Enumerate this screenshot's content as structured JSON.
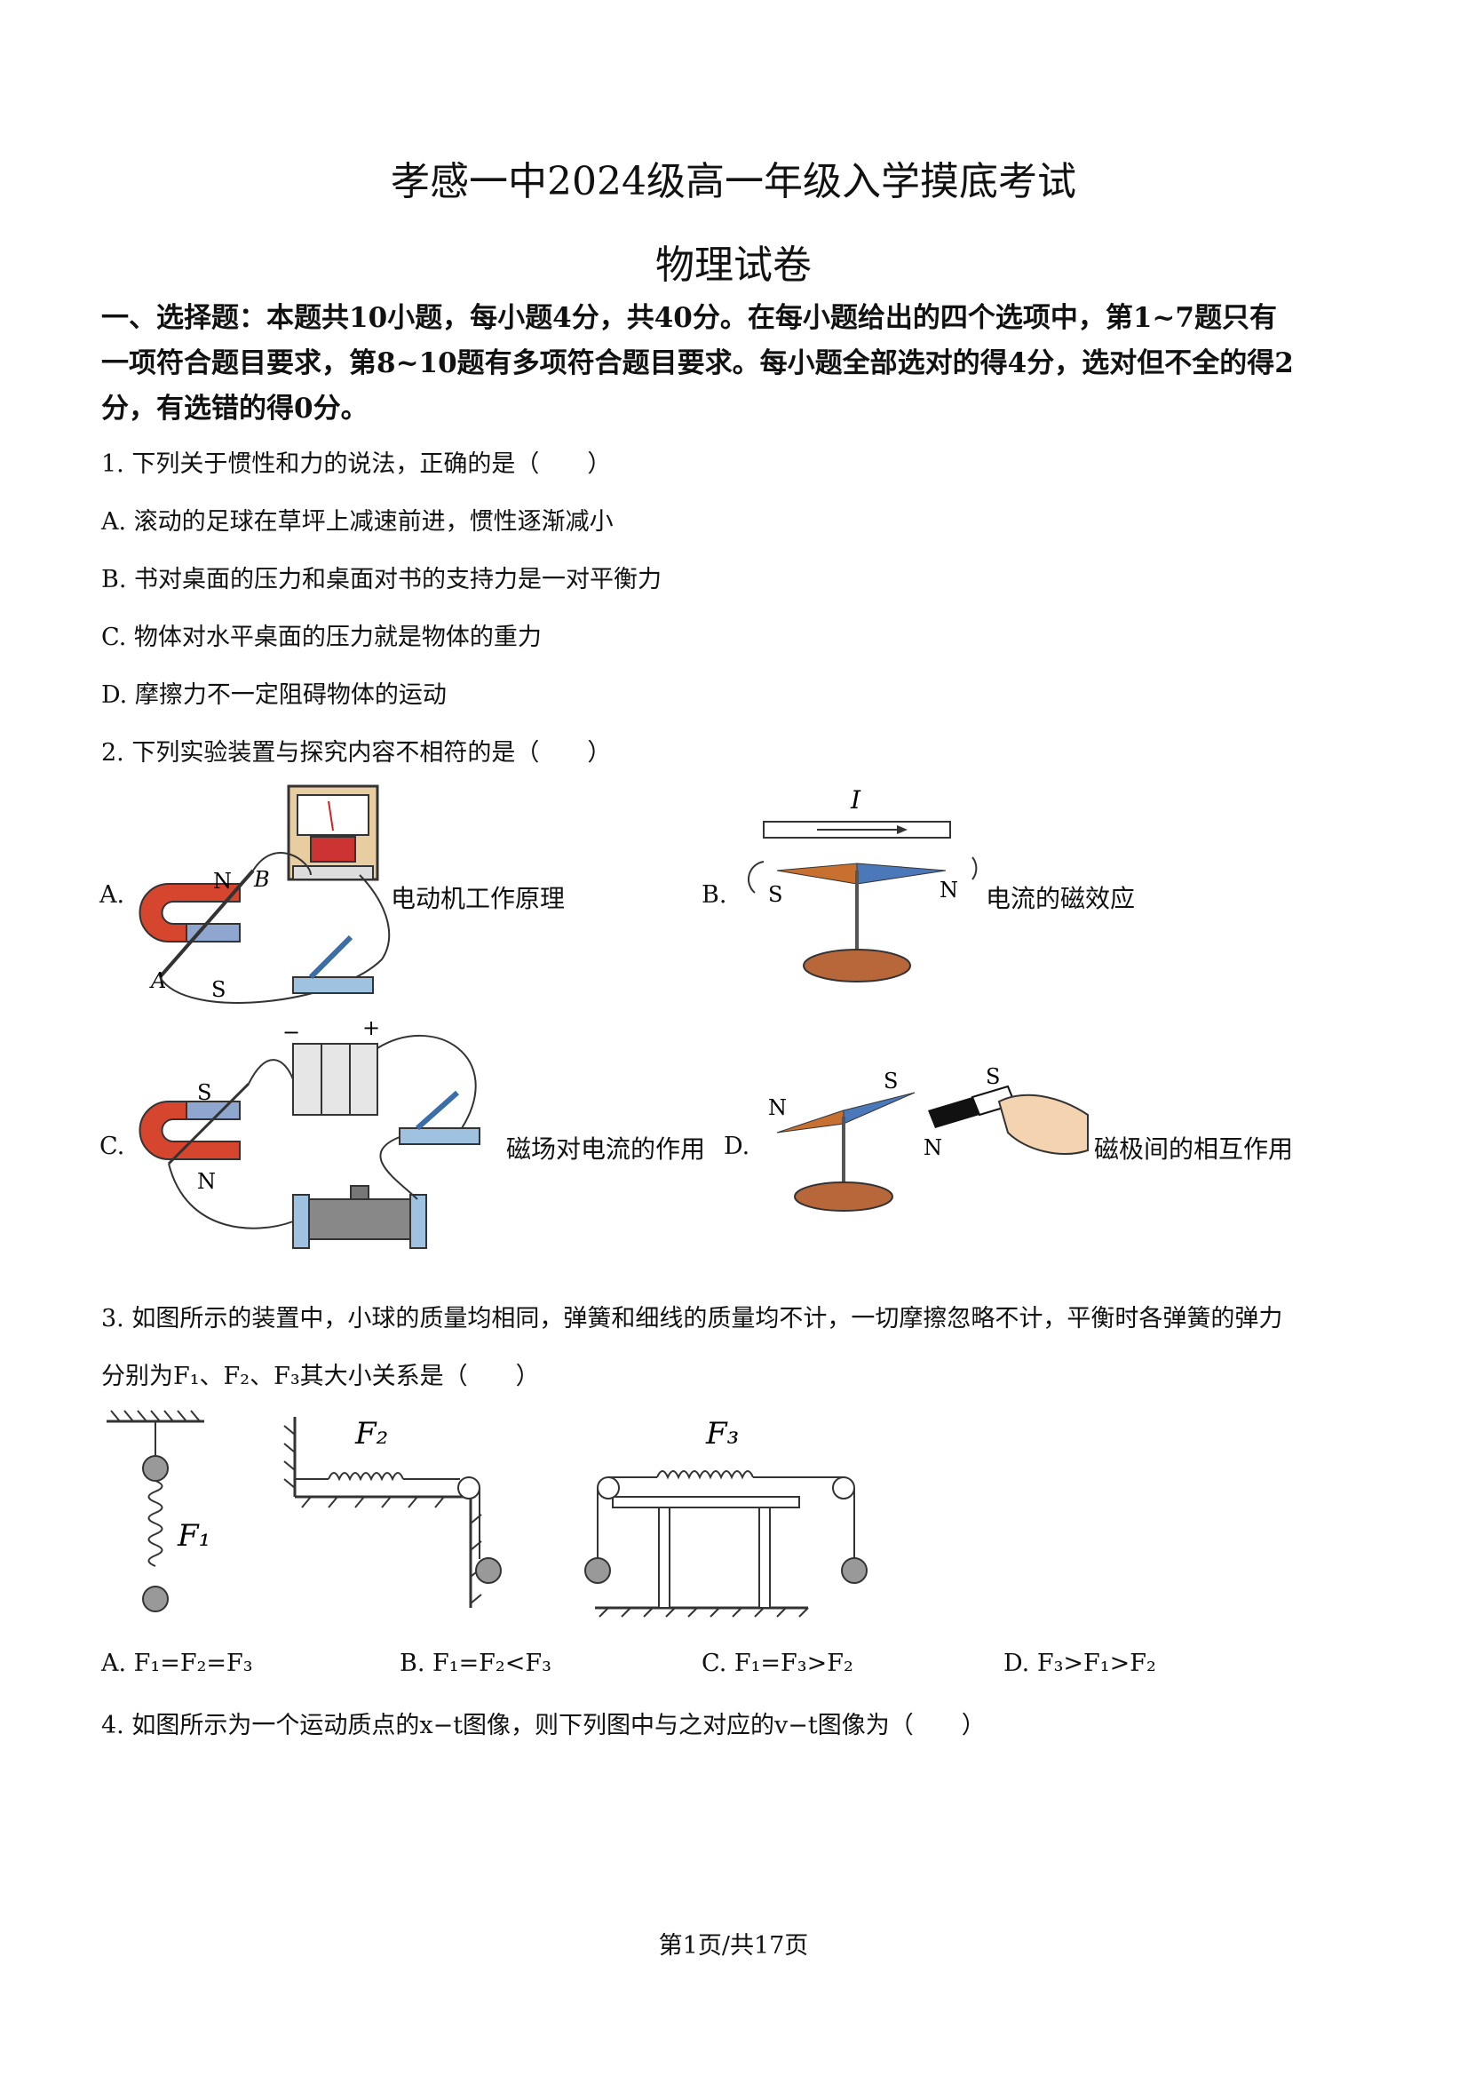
{
  "title": "孝感一中2024级高一年级入学摸底考试",
  "subtitle": "物理试卷",
  "section1": {
    "line1": "一、选择题：本题共10小题，每小题4分，共40分。在每小题给出的四个选项中，第1~7题只有",
    "line2": "一项符合题目要求，第8~10题有多项符合题目要求。每小题全部选对的得4分，选对但不全的得2",
    "line3": "分，有选错的得0分。"
  },
  "q1": {
    "stem": "1. 下列关于惯性和力的说法，正确的是（　　）",
    "options": [
      "A. 滚动的足球在草坪上减速前进，惯性逐渐减小",
      "B. 书对桌面的压力和桌面对书的支持力是一对平衡力",
      "C. 物体对水平桌面的压力就是物体的重力",
      "D. 摩擦力不一定阻碍物体的运动"
    ]
  },
  "q2": {
    "stem": "2. 下列实验装置与探究内容不相符的是（　　）",
    "A": {
      "letter": "A.",
      "caption": "电动机工作原理",
      "n": "N",
      "b": "B",
      "a": "A",
      "s": "S"
    },
    "B": {
      "letter": "B.",
      "caption": "电流的磁效应",
      "current": "I",
      "s": "S",
      "n": "N"
    },
    "C": {
      "letter": "C.",
      "caption": "磁场对电流的作用",
      "s": "S",
      "n": "N",
      "minus": "−",
      "plus": "+"
    },
    "D": {
      "letter": "D.",
      "caption": "磁极间的相互作用",
      "n1": "N",
      "s1": "S",
      "s2": "S",
      "n2": "N"
    }
  },
  "q3": {
    "stem1": "3. 如图所示的装置中，小球的质量均相同，弹簧和细线的质量均不计，一切摩擦忽略不计，平衡时各弹簧的弹力",
    "stem2": "分别为F₁、F₂、F₃其大小关系是（　　）",
    "f1": "F₁",
    "f2": "F₂",
    "f3": "F₃",
    "options": [
      "A. F₁=F₂=F₃",
      "B. F₁=F₂<F₃",
      "C. F₁=F₃>F₂",
      "D. F₃>F₁>F₂"
    ]
  },
  "q4": {
    "stem": "4. 如图所示为一个运动质点的x−t图像，则下列图中与之对应的v−t图像为（　　）"
  },
  "footer": "第1页/共17页",
  "colors": {
    "magnet_red": "#d6452e",
    "magnet_blue": "#8fa6cf",
    "needle_orange": "#c8702f",
    "needle_blue": "#4b78b8",
    "base": "#b8673a"
  }
}
